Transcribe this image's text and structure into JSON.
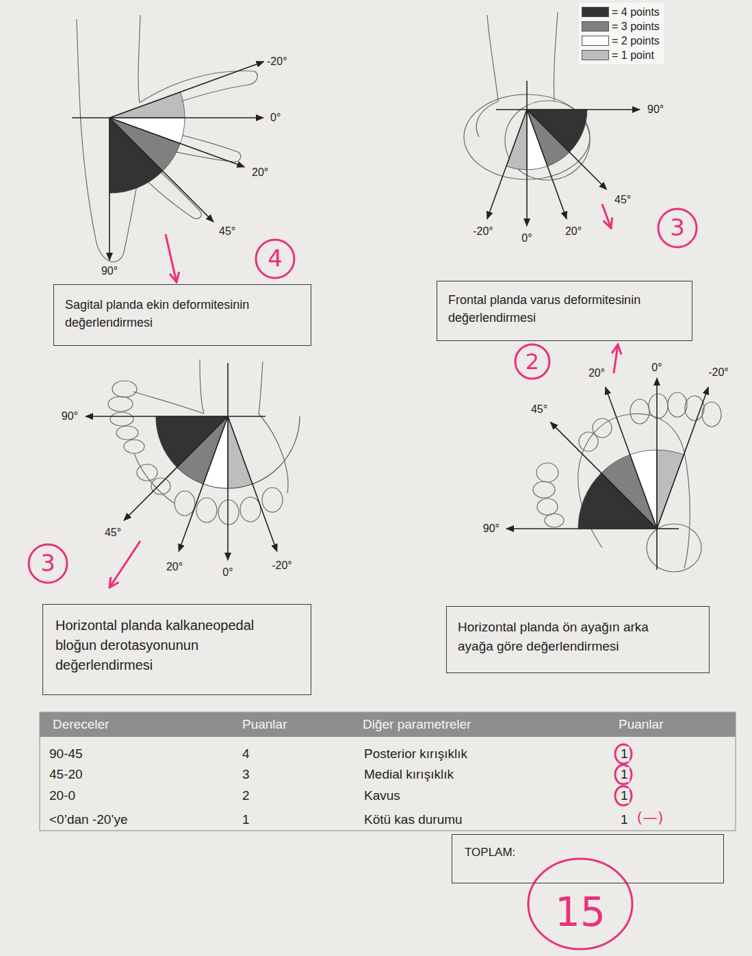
{
  "diagram": {
    "nodes": [
      {
        "text": [
          "Sagital planda ekin deformitesinin değerlendirmesi"
        ]
      },
      {
        "text": [
          "Frontal planda varus deformitesinin değerlendirmesi"
        ]
      },
      {
        "text": [
          "Horizontal planda kalkaneopedal bloğun derotasyonunun değerlendirmesi"
        ]
      },
      {
        "text": [
          "Horizontal planda ön ayağın arka ayağa göre değerlendirmesi"
        ]
      },
      {
        "text": [
          "TOPLAM:"
        ]
      }
    ],
    "labels": [
      "-20°",
      "0°",
      "20°",
      "45°",
      "90°",
      "4",
      "90°",
      "45°",
      "-20°",
      "0°",
      "20°",
      "3",
      "2",
      "20°",
      "0°",
      "-20°",
      "45°",
      "90°",
      "90°",
      "45°",
      "3",
      "20°",
      "0°",
      "-20°",
      "Dereceler",
      "Puanlar",
      "Diğer parametreler",
      "Puanlar",
      "90-45",
      "4",
      "Posterior kırışıklık",
      "1",
      "45-20",
      "3",
      "Medial kırışıklık",
      "1",
      "20-0",
      "2",
      "Kavus",
      "1",
      "<0’dan -20’ye",
      "1",
      "Kötü kas durumu",
      "1",
      "(—)",
      "15"
    ],
    "legend": [
      {
        "text": "= 4 points",
        "color": "#333333"
      },
      {
        "text": "= 3 points",
        "color": "#808080"
      },
      {
        "text": "= 2 points",
        "color": "#ffffff"
      },
      {
        "text": "= 1 point",
        "color": "#bdbdbd"
      }
    ]
  }
}
